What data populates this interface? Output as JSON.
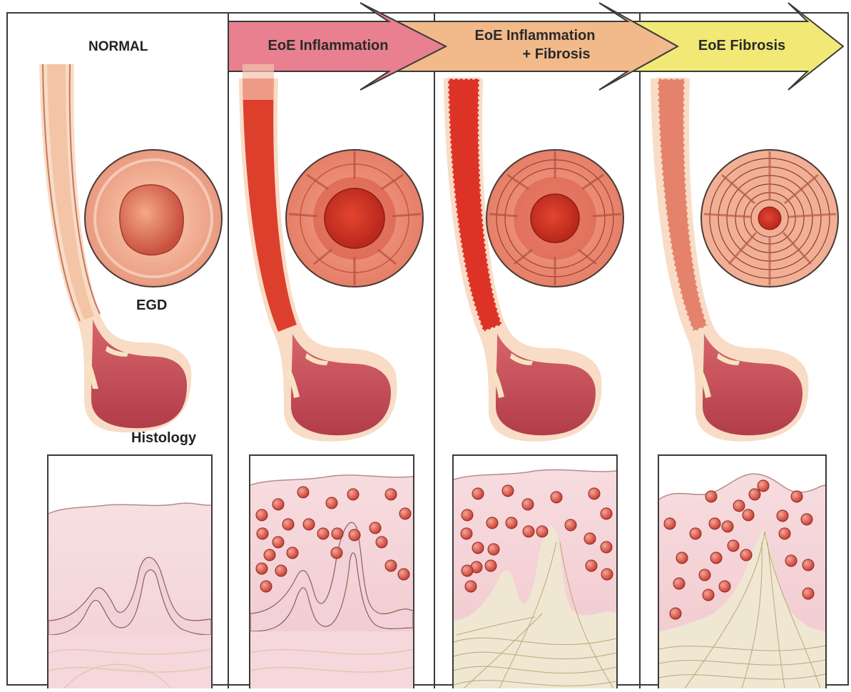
{
  "panels": [
    {
      "key": "normal",
      "label": "NORMAL"
    },
    {
      "key": "inflammation",
      "label": "EoE Inflammation"
    },
    {
      "key": "inflammation_fibrosis",
      "label_line1": "EoE Inflammation",
      "label_line2": "+ Fibrosis"
    },
    {
      "key": "fibrosis",
      "label": "EoE Fibrosis"
    }
  ],
  "annotations": {
    "egd": "EGD",
    "histology": "Histology"
  },
  "colors": {
    "panel_border": "#3a3a3a",
    "arrow_inflammation": "#e8808f",
    "arrow_inflammation_fibrosis": "#f2b98a",
    "arrow_fibrosis": "#f1e876",
    "mucosa_normal": "#f5c8a8",
    "mucosa_inflamed": "#d93a2c",
    "stomach": "#c44b55",
    "tissue_pink": "#f3cdd1",
    "eosinophil": "#d64b3f",
    "fibrosis_fiber": "#c9bb8a"
  }
}
